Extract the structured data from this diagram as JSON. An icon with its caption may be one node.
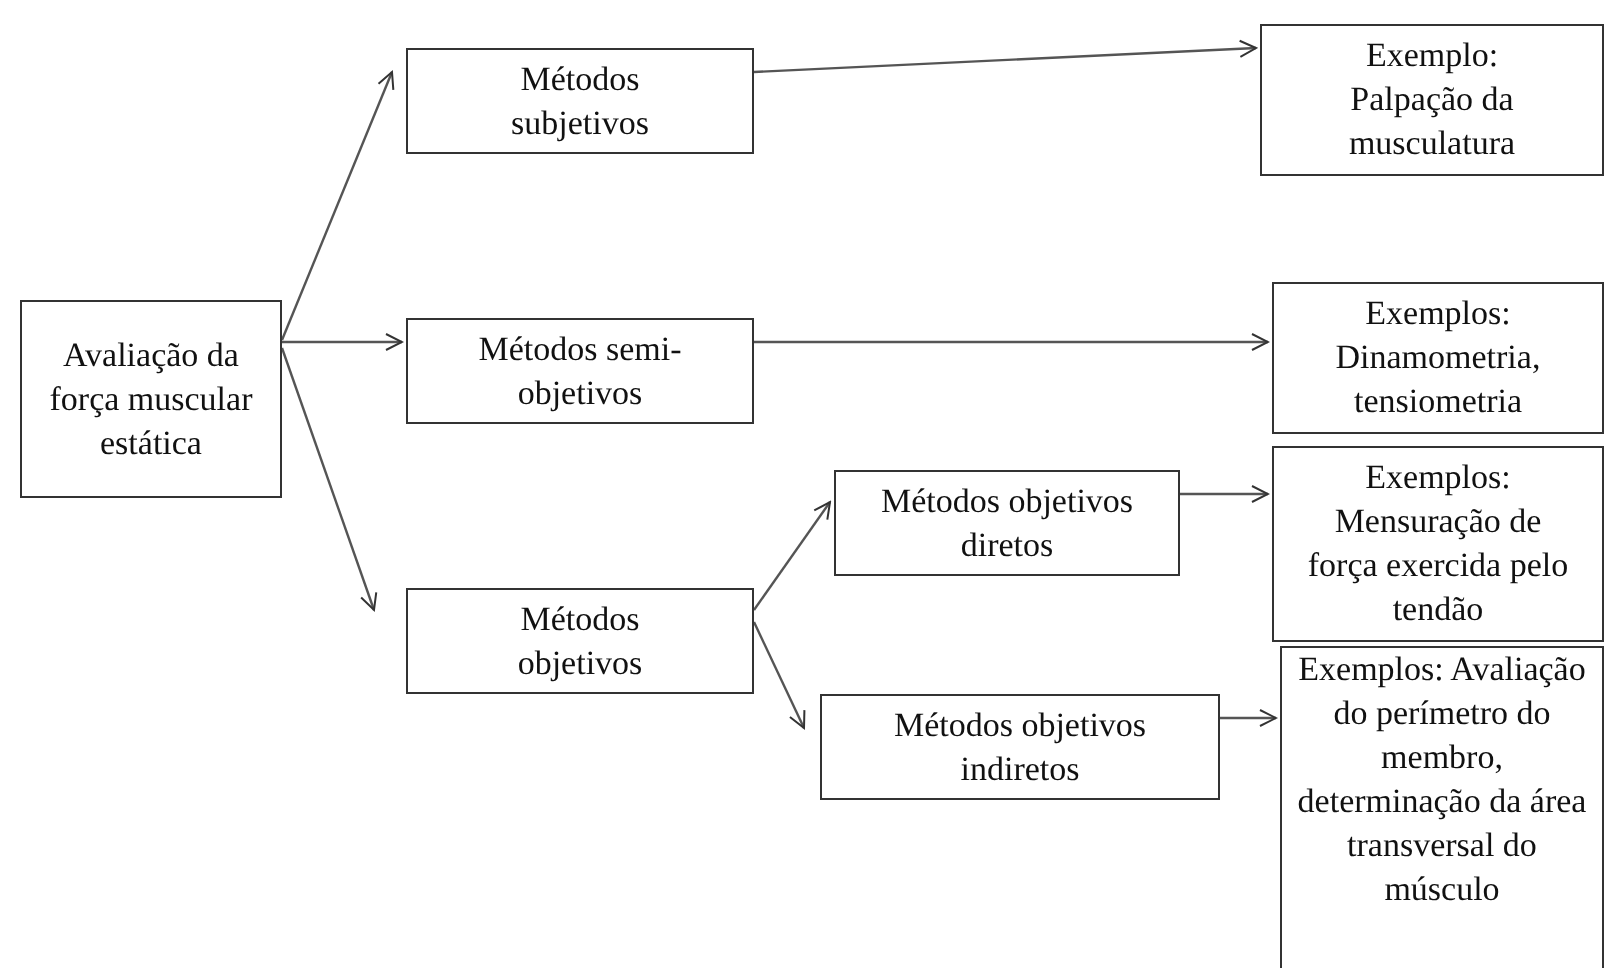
{
  "diagram": {
    "nodes": [
      {
        "text": [
          "Avaliação da força muscular estática"
        ]
      },
      {
        "text": [
          "Métodos subjetivos"
        ]
      },
      {
        "text": [
          "Métodos semi-objetivos"
        ]
      },
      {
        "text": [
          "Métodos objetivos"
        ]
      },
      {
        "text": [
          "Métodos objetivos diretos"
        ]
      },
      {
        "text": [
          "Métodos objetivos indiretos"
        ]
      },
      {
        "text": [
          "Exemplo: Palpação da musculatura"
        ]
      },
      {
        "text": [
          "Exemplos: Dinamometria, tensiometria"
        ]
      },
      {
        "text": [
          "Exemplos: Mensuração de força exercida pelo tendão"
        ]
      },
      {
        "text": [
          "Exemplos: Avaliação do perímetro do membro, determinação da área transversal do músculo"
        ]
      }
    ],
    "edges": [
      {
        "from": 0,
        "to": 1,
        "arrow": "to"
      },
      {
        "from": 0,
        "to": 2,
        "arrow": "to"
      },
      {
        "from": 0,
        "to": 3,
        "arrow": "to"
      },
      {
        "from": 1,
        "to": 6,
        "arrow": "to"
      },
      {
        "from": 2,
        "to": 7,
        "arrow": "to"
      },
      {
        "from": 3,
        "to": 4,
        "arrow": "to"
      },
      {
        "from": 3,
        "to": 5,
        "arrow": "to"
      },
      {
        "from": 4,
        "to": 8,
        "arrow": "to"
      },
      {
        "from": 5,
        "to": 9,
        "arrow": "to"
      }
    ]
  }
}
